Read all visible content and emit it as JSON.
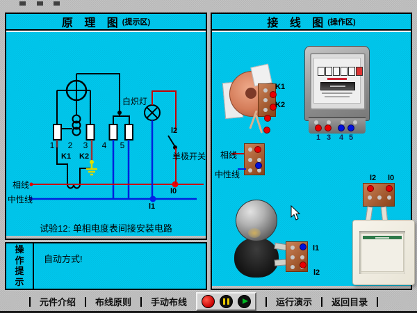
{
  "window": {
    "left_panel_title": "原 理 图",
    "left_panel_subtitle": "(提示区)",
    "right_panel_title": "接 线 图",
    "right_panel_subtitle": "(操作区)"
  },
  "diagram": {
    "caption": "试验12: 单相电度表间接安装电路",
    "lamp_label": "白炽灯",
    "switch_label": "单极开关",
    "phase_label": "相线",
    "neutral_label": "中性线",
    "k1": "K1",
    "k2": "K2",
    "l0": "l0",
    "l1": "l1",
    "l2": "l2",
    "terminals": [
      "1",
      "2",
      "3",
      "4",
      "5"
    ]
  },
  "wiring": {
    "ct": {
      "k1": "K1",
      "k2": "K2"
    },
    "meter_terminals": [
      "1",
      "3",
      "4",
      "5"
    ],
    "phase_label": "相线",
    "neutral_label": "中性线",
    "bulb": {
      "l1": "l1",
      "l2": "l2"
    },
    "switch": {
      "l2": "l2",
      "l0": "l0"
    }
  },
  "hint": {
    "title_chars": [
      "操",
      "作",
      "提",
      "示"
    ],
    "message": "自动方式!"
  },
  "toolbar": {
    "items": [
      "元件介绍",
      "布线原则",
      "手动布线",
      "运行演示",
      "返回目录"
    ],
    "media_icons": [
      "stop-icon",
      "pause-icon",
      "play-icon"
    ]
  },
  "colors": {
    "background_cyan": "#00c9ef",
    "frame_gray": "#c4c4c4",
    "phase_wire": "#c80000",
    "neutral_wire": "#0022dd",
    "ground": "#d8d800"
  }
}
